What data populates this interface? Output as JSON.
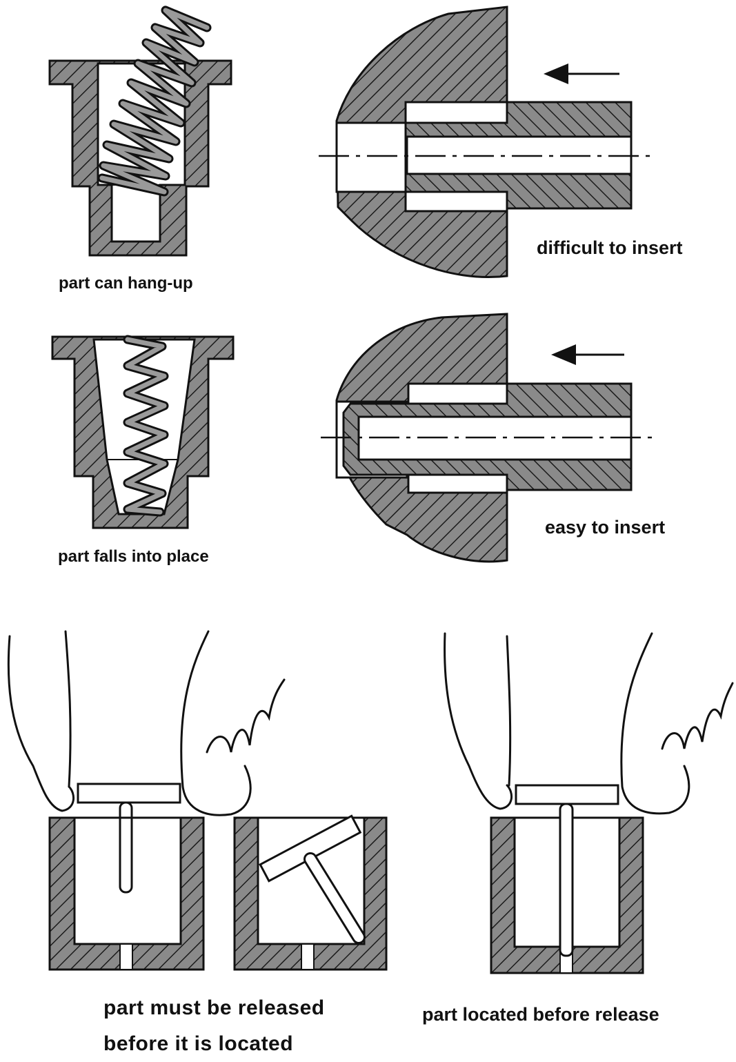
{
  "captions": {
    "spring_hang_up": "part can hang-up",
    "spring_falls_in": "part falls into place",
    "shaft_difficult": "difficult to insert",
    "shaft_easy": "easy to insert",
    "pin_released_line1": "part must be released",
    "pin_released_line2": "before it is located",
    "pin_located": "part located before release"
  },
  "colors": {
    "section_fill": "#8a8a8a",
    "hatch": "#1a1a1a",
    "outline": "#111111",
    "paper": "#ffffff"
  }
}
